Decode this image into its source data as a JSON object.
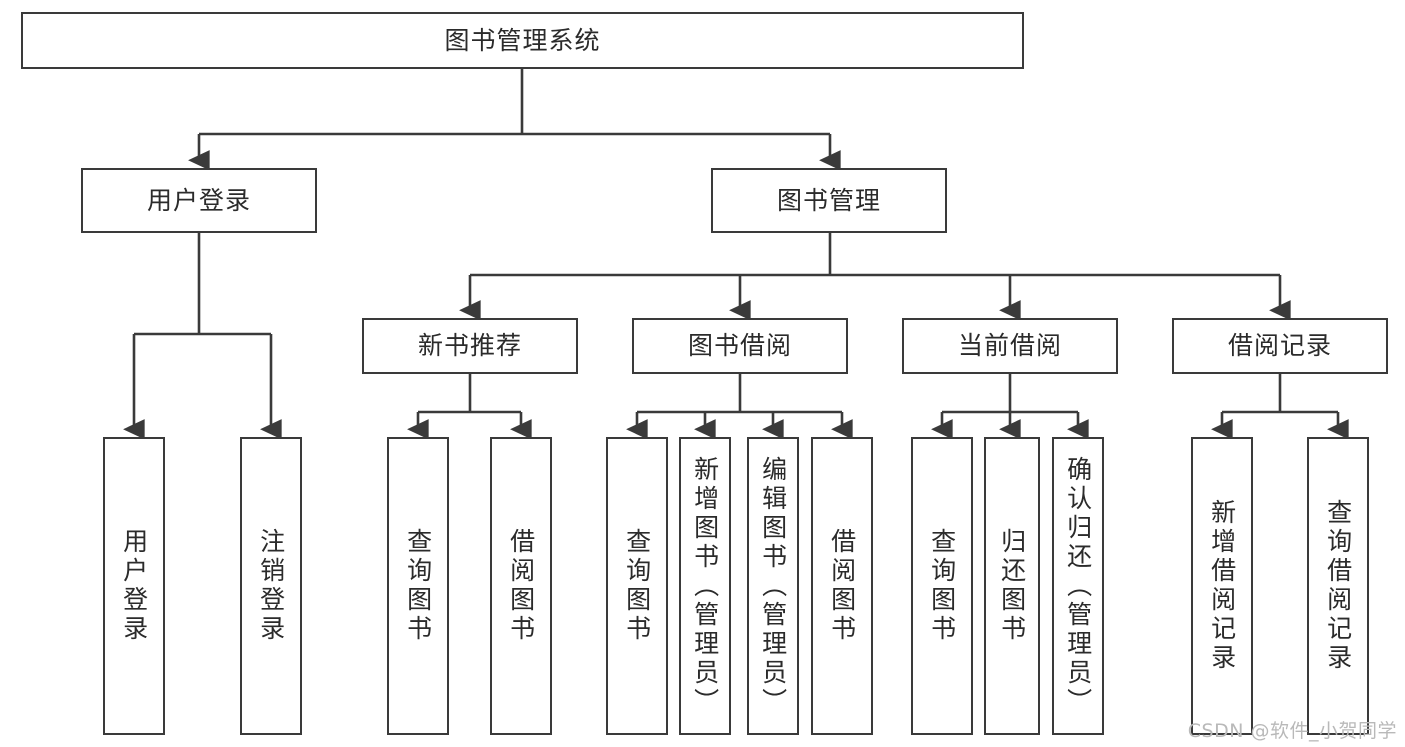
{
  "diagram": {
    "title": "图书管理系统",
    "watermark": "CSDN @软件_小贺同学",
    "accent_color": "#3a3a3a",
    "background_color": "#ffffff",
    "root": {
      "label": "图书管理系统"
    },
    "level2": [
      {
        "label": "用户登录"
      },
      {
        "label": "图书管理"
      }
    ],
    "level3": [
      {
        "label": "新书推荐"
      },
      {
        "label": "图书借阅"
      },
      {
        "label": "当前借阅"
      },
      {
        "label": "借阅记录"
      }
    ],
    "leaves": {
      "user_login": [
        {
          "label": "用户登录"
        },
        {
          "label": "注销登录"
        }
      ],
      "new_book": [
        {
          "label": "查询图书"
        },
        {
          "label": "借阅图书"
        }
      ],
      "book_borrow": [
        {
          "label": "查询图书"
        },
        {
          "label": "新增图书（管理员）"
        },
        {
          "label": "编辑图书（管理员）"
        },
        {
          "label": "借阅图书"
        }
      ],
      "current_borrow": [
        {
          "label": "查询图书"
        },
        {
          "label": "归还图书"
        },
        {
          "label": "确认归还（管理员）"
        }
      ],
      "borrow_record": [
        {
          "label": "新增借阅记录"
        },
        {
          "label": "查询借阅记录"
        }
      ]
    }
  }
}
